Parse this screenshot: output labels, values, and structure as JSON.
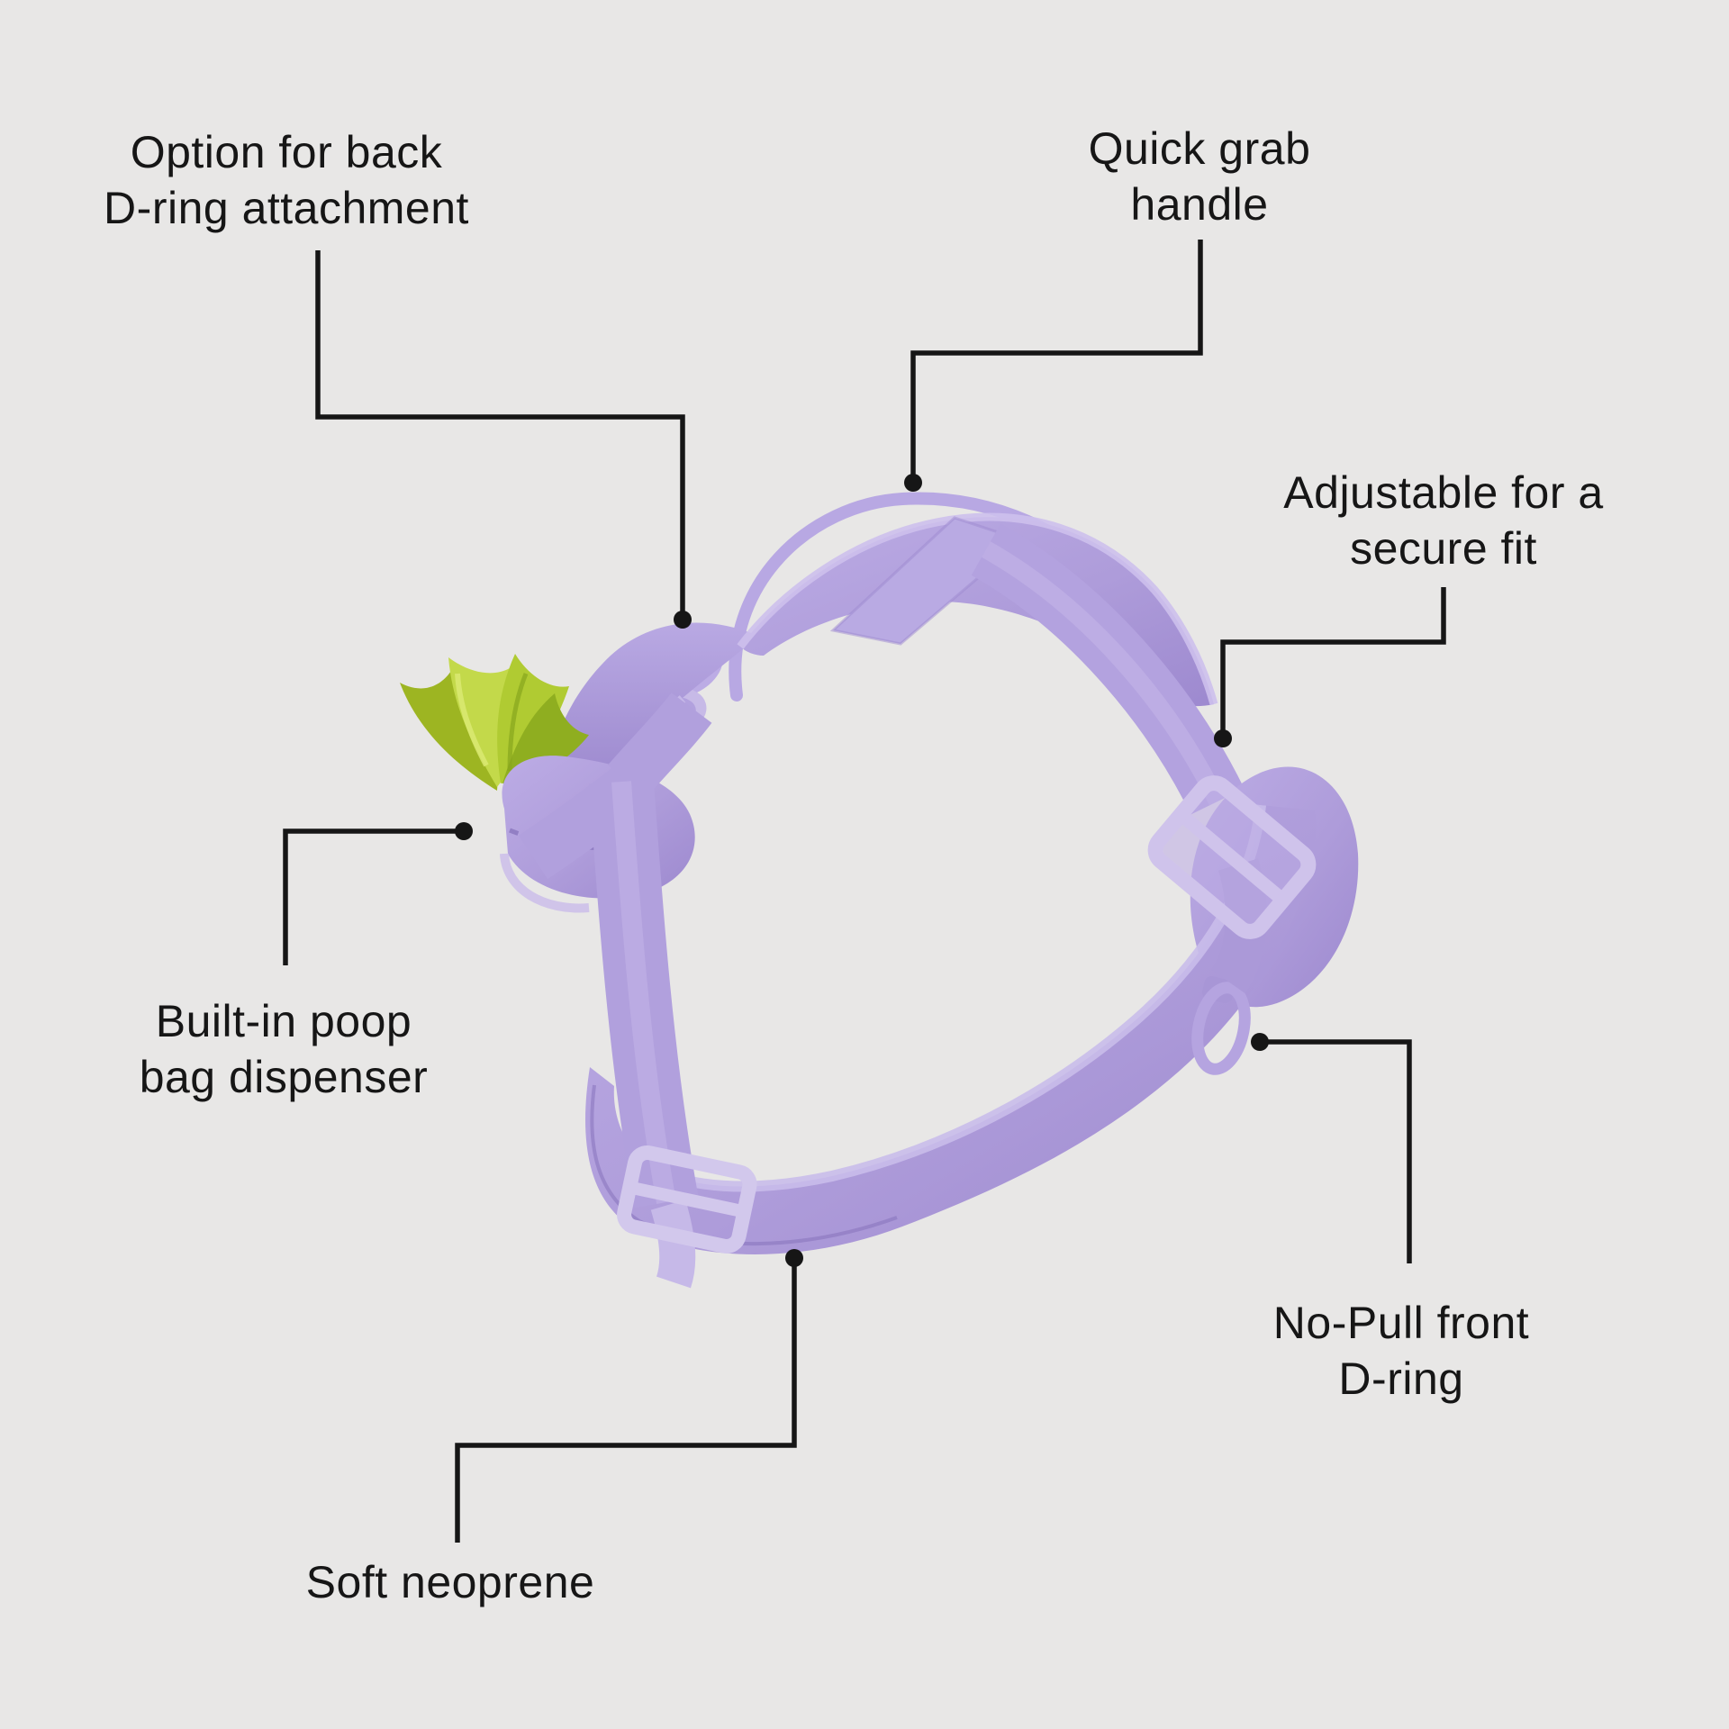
{
  "canvas": {
    "background": "#e8e7e6"
  },
  "colors": {
    "annotation_line": "#161616",
    "annotation_text": "#161616",
    "harness_lavender": "#b2a1de",
    "harness_light": "#cdc0ec",
    "harness_dark": "#8d79c2",
    "webbing": "#b7a7e2",
    "bag_green": "#b0cb32",
    "bag_green_dark": "#8fae20",
    "bag_green_light": "#d9e86d"
  },
  "annotations": [
    {
      "id": "back-d-ring",
      "line1": "Option for back",
      "line2": "D-ring attachment"
    },
    {
      "id": "grab-handle",
      "line1": "Quick grab",
      "line2": "handle"
    },
    {
      "id": "adjustable",
      "line1": "Adjustable for a",
      "line2": "secure fit"
    },
    {
      "id": "poop-bag",
      "line1": "Built-in poop",
      "line2": "bag dispenser"
    },
    {
      "id": "no-pull-d-ring",
      "line1": "No-Pull front",
      "line2": "D-ring"
    },
    {
      "id": "soft-neoprene",
      "line1": "Soft neoprene",
      "line2": ""
    }
  ]
}
